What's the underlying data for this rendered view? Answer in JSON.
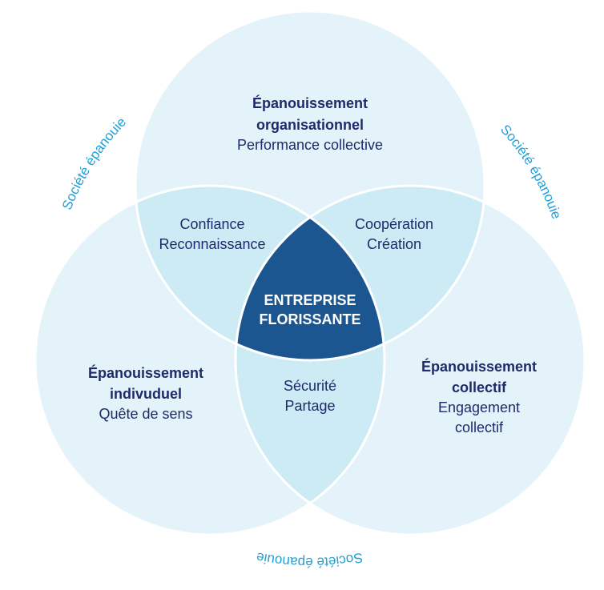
{
  "colors": {
    "circle": "#e3f3f9",
    "overlap": "#cdebf5",
    "center": "#1c5690",
    "text": "#1e2a6b",
    "ring_text": "#1ea0d8"
  },
  "top": {
    "title1": "Épanouissement",
    "title2": "organisationnel",
    "sub": "Performance collective"
  },
  "left": {
    "title1": "Épanouissement",
    "title2": "indivuduel",
    "sub": "Quête de sens"
  },
  "right": {
    "title1": "Épanouissement",
    "title2": "collectif",
    "sub1": "Engagement",
    "sub2": "collectif"
  },
  "overlap_top_left": {
    "line1": "Confiance",
    "line2": "Reconnaissance"
  },
  "overlap_top_right": {
    "line1": "Coopération",
    "line2": "Création"
  },
  "overlap_bottom": {
    "line1": "Sécurité",
    "line2": "Partage"
  },
  "center": {
    "line1": "ENTREPRISE",
    "line2": "FLORISSANTE"
  },
  "ring": {
    "left": "Société épanouie",
    "right": "Société épanouie",
    "bottom": "Société épanouie"
  }
}
